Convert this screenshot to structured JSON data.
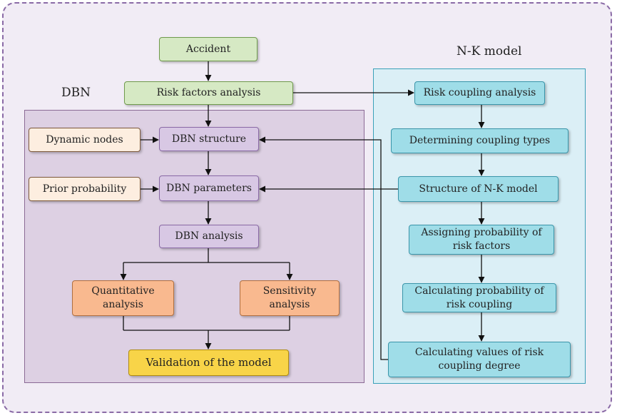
{
  "regions": {
    "dbn_label": "DBN",
    "nk_label": "N-K model"
  },
  "nodes": {
    "accident": "Accident",
    "risk_factors": "Risk factors analysis",
    "dynamic_nodes": "Dynamic nodes",
    "dbn_structure": "DBN structure",
    "prior_probability": "Prior probability",
    "dbn_parameters": "DBN parameters",
    "dbn_analysis": "DBN analysis",
    "quantitative_l1": "Quantitative",
    "quantitative_l2": "analysis",
    "sensitivity_l1": "Sensitivity",
    "sensitivity_l2": "analysis",
    "validation": "Validation of the model",
    "risk_coupling_analysis": "Risk coupling analysis",
    "coupling_types": "Determining coupling types",
    "nk_structure": "Structure of N-K model",
    "assign_prob_l1": "Assigning probability of",
    "assign_prob_l2": "risk factors",
    "calc_prob_l1": "Calculating probability of",
    "calc_prob_l2": "risk coupling",
    "calc_degree_l1": "Calculating values of risk",
    "calc_degree_l2": "coupling degree"
  },
  "colors": {
    "green": "#d6e9c4",
    "purple": "#d8c8e4",
    "beige": "#fdeee0",
    "orange": "#f9b98f",
    "yellow": "#f8d448",
    "cyan": "#9fdde8"
  }
}
